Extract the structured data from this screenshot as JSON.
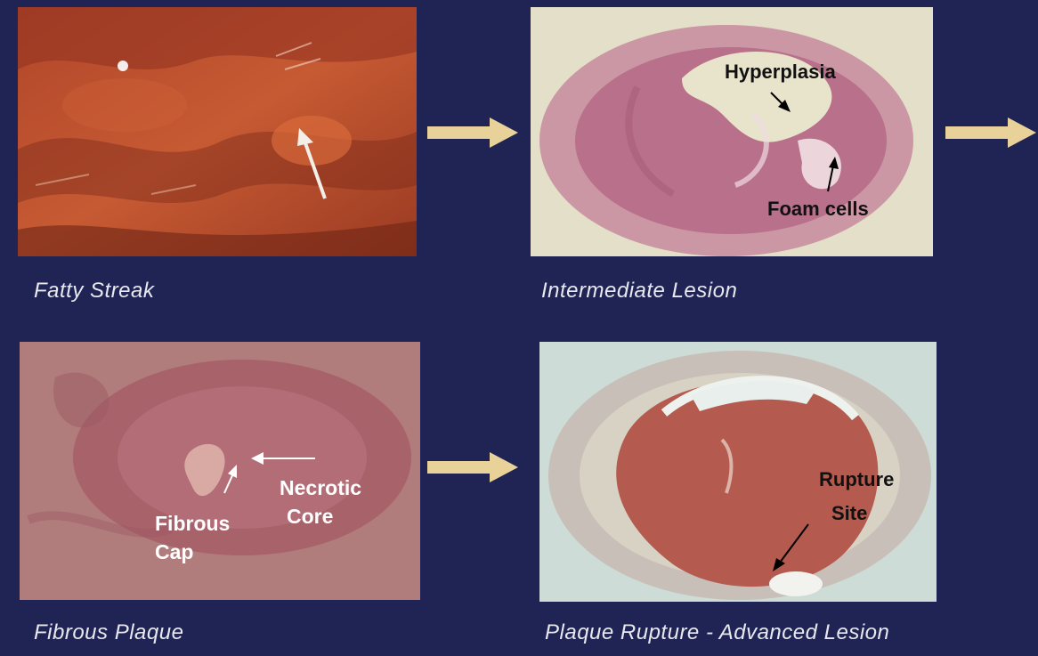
{
  "panels": {
    "fatty_streak": {
      "caption": "Fatty Streak"
    },
    "intermediate_lesion": {
      "caption": "Intermediate Lesion",
      "labels": {
        "hyperplasia": "Hyperplasia",
        "foam_cells": "Foam cells"
      }
    },
    "fibrous_plaque": {
      "caption": "Fibrous Plaque",
      "labels": {
        "necrotic_1": "Necrotic",
        "necrotic_2": "Core",
        "fibrous_1": "Fibrous",
        "fibrous_2": "Cap"
      }
    },
    "plaque_rupture": {
      "caption": "Plaque Rupture - Advanced Lesion",
      "labels": {
        "rupture_1": "Rupture",
        "rupture_2": "Site"
      }
    }
  },
  "colors": {
    "background": "#1f2454",
    "arrow": "#e8d29a",
    "caption": "#e8e8ee"
  }
}
